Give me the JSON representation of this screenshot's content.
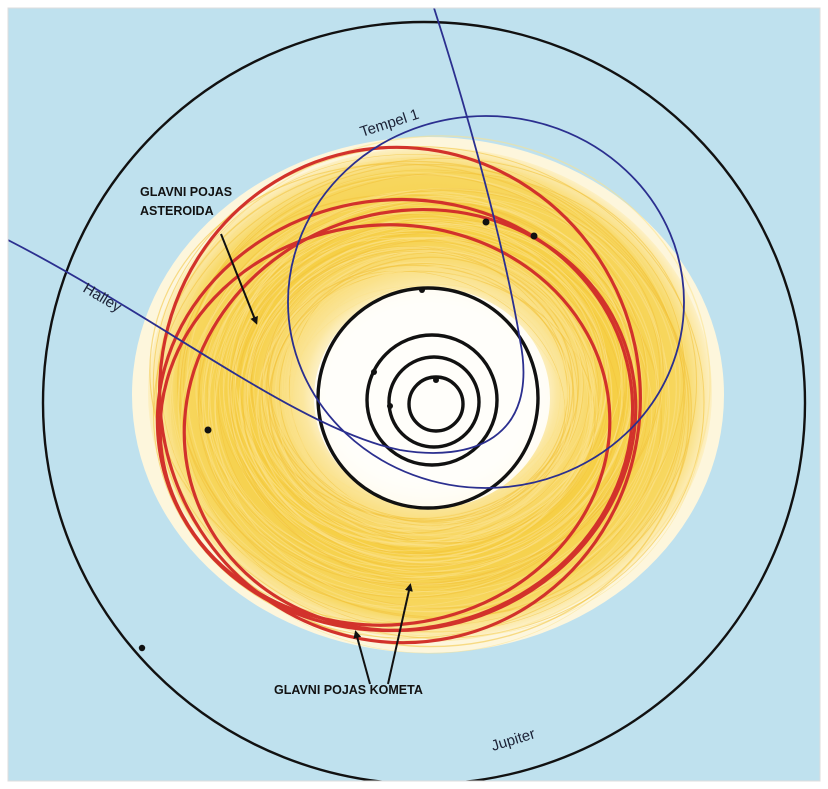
{
  "labels": {
    "main_asteroid_belt_line1": "GLAVNI POJAS",
    "main_asteroid_belt_line2": "ASTEROIDA",
    "main_comet_belt": "GLAVNI POJAS KOMETA",
    "tempel": "Tempel 1",
    "halley": "Halley",
    "jupiter": "Jupiter"
  },
  "colors": {
    "background": "#bfe1ee",
    "asteroid_belt": "#f6cf45",
    "comet_orbits": "#d2322b",
    "comet_trajectories": "#2b2f8f",
    "planet_orbits": "#111111"
  }
}
